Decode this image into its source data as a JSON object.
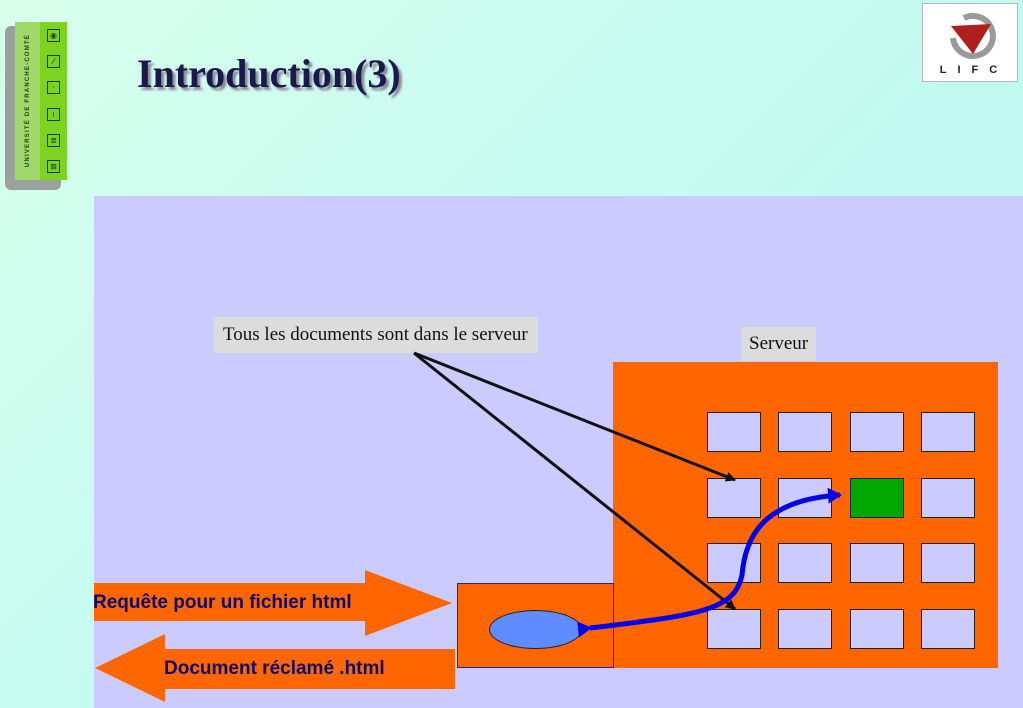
{
  "slide": {
    "title": "Introduction(3)"
  },
  "university_logo": {
    "vertical_text": "UNIVERSITÉ DE FRANCHE-COMTÉ"
  },
  "lifc_logo": {
    "text": "LIFC",
    "accent_color": "#b01e1e"
  },
  "diagram": {
    "callout": "Tous les documents sont dans le serveur",
    "server_label": "Serveur",
    "request_label": "Requête pour un fichier html",
    "response_label": "Document réclamé .html",
    "document_grid": {
      "rows": 4,
      "cols": 4,
      "active_row": 2,
      "active_col": 3
    },
    "colors": {
      "panel": "#cccbff",
      "server": "#ff6600",
      "document": "#cccbff",
      "active_document": "#00a800",
      "client_document": "#5f8cff",
      "request_arrow": "#0000ee"
    }
  }
}
